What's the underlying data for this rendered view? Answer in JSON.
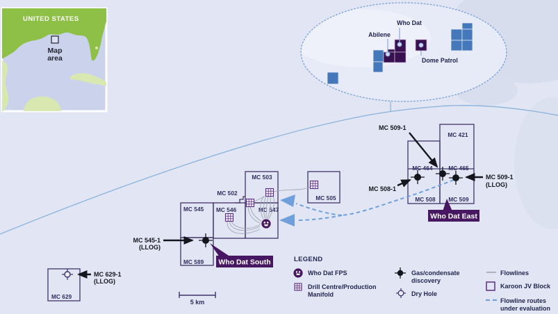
{
  "colors": {
    "background": "#e2e6f4",
    "overview_fill": "#e7eaf7",
    "water": "#cbd3ec",
    "us_green": "#8ec047",
    "land_light": "#d9e8b0",
    "karoon_blue": "#4478bb",
    "deep_purple": "#3a1150",
    "callout_purple": "#471761",
    "block_outline": "#3f3566",
    "label_navy": "#2e2a5c",
    "flowline_grey": "#a0a7b2",
    "route_blue": "#6fa0dc",
    "contour_blue": "#8fb5dd"
  },
  "inset": {
    "country": "UNITED STATES",
    "map_area_line1": "Map",
    "map_area_line2": "area"
  },
  "overview": {
    "abilene": "Abilene",
    "who_dat": "Who Dat",
    "dome_patrol": "Dome Patrol"
  },
  "blocks": {
    "mc421": "MC 421",
    "mc464": "MC 464",
    "mc465": "MC 465",
    "mc508": "MC 508",
    "mc509": "MC 509",
    "mc502": "MC 502",
    "mc503": "MC 503",
    "mc505": "MC 505",
    "mc545": "MC 545",
    "mc546": "MC 546",
    "mc547": "MC 547",
    "mc589": "MC 589",
    "mc629": "MC 629"
  },
  "wells": {
    "mc509_1": "MC 509-1",
    "mc508_1": "MC 508-1",
    "mc545_1": "MC 545-1",
    "mc629_1": "MC 629-1",
    "llog": "(LLOG)"
  },
  "callouts": {
    "who_dat_east": "Who Dat East",
    "who_dat_south": "Who Dat South"
  },
  "scale_bar": {
    "label": "5 km"
  },
  "legend": {
    "title": "LEGEND",
    "fps": "Who Dat FPS",
    "manifold_line1": "Drill Centre/Production",
    "manifold_line2": "Manifold",
    "gas_line1": "Gas/condensate",
    "gas_line2": "discovery",
    "dry_hole": "Dry Hole",
    "flowlines": "Flowlines",
    "karoon": "Karoon JV Block",
    "routes_line1": "Flowline routes",
    "routes_line2": "under evaluation"
  }
}
